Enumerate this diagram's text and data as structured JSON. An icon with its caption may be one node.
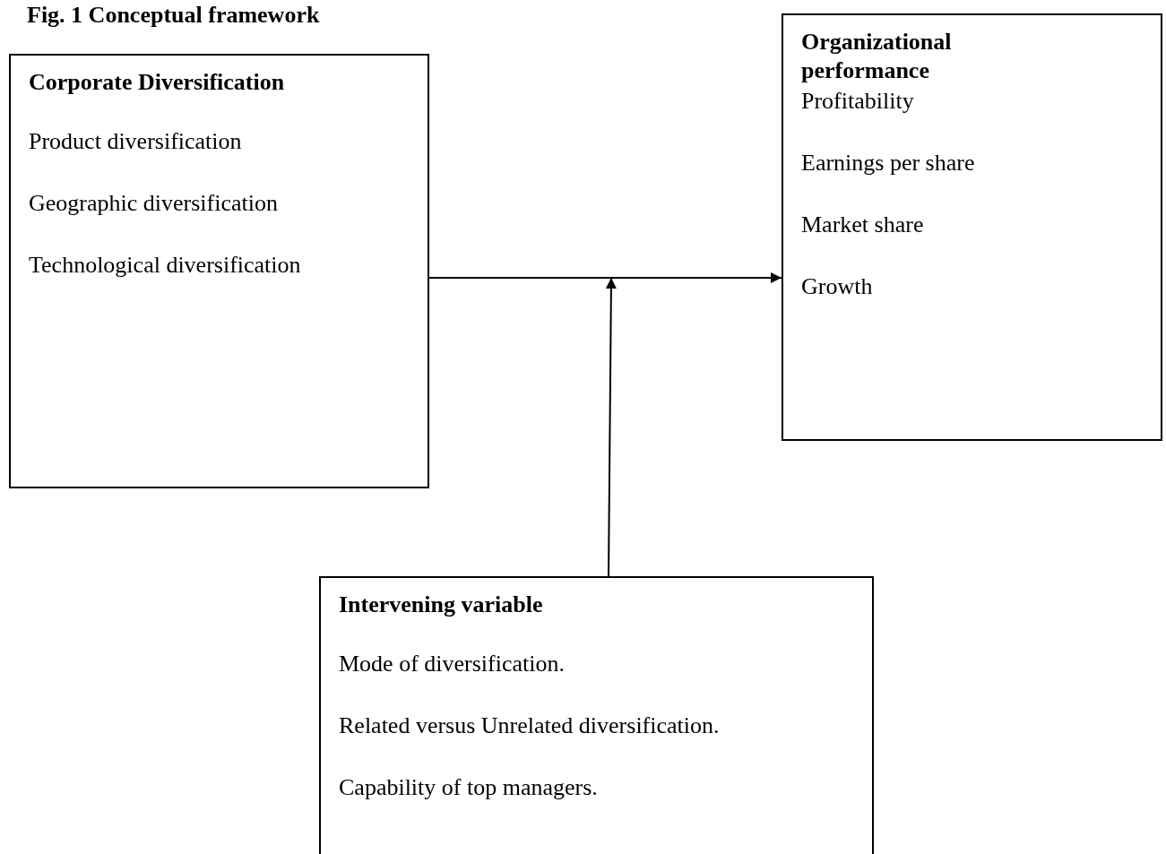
{
  "diagram": {
    "title": "Fig. 1 Conceptual framework",
    "nodes": [
      {
        "text": [
          "Corporate Diversification",
          "Product diversification",
          "Geographic diversification",
          "Technological diversification"
        ]
      },
      {
        "text": [
          "Organizational performance",
          "Profitability",
          "Earnings per share",
          "Market share",
          "Growth"
        ]
      },
      {
        "text": [
          "Intervening variable",
          "Mode of diversification.",
          "Related versus Unrelated diversification.",
          "Capability of top managers."
        ]
      }
    ],
    "edges": [
      {
        "from": 0,
        "to": 1,
        "arrow": "to"
      },
      {
        "from": 2,
        "to": null,
        "arrow": "to"
      }
    ]
  }
}
